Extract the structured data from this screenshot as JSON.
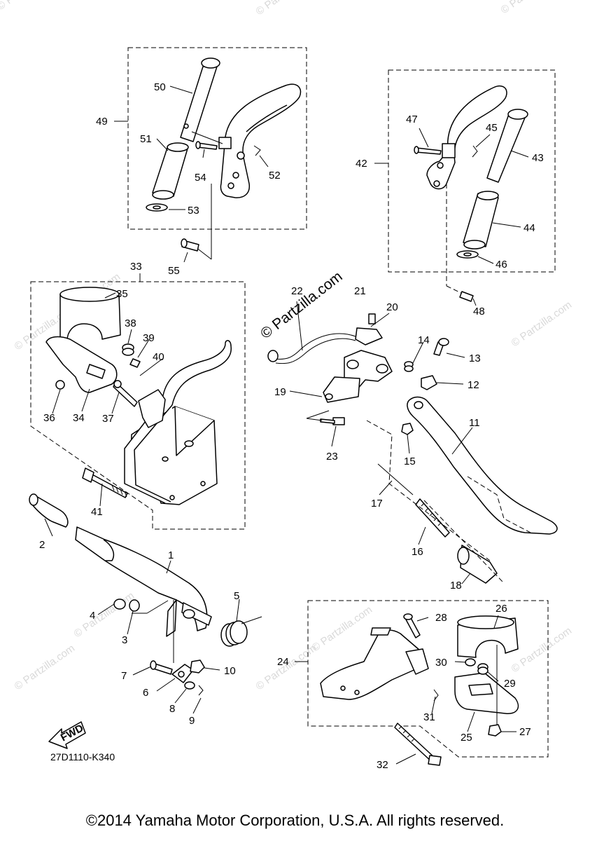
{
  "callouts": {
    "c1": "1",
    "c2": "2",
    "c3": "3",
    "c4": "4",
    "c5": "5",
    "c6": "6",
    "c7": "7",
    "c8": "8",
    "c9": "9",
    "c10": "10",
    "c11": "11",
    "c12": "12",
    "c13": "13",
    "c14": "14",
    "c15": "15",
    "c16": "16",
    "c17": "17",
    "c18": "18",
    "c19": "19",
    "c20": "20",
    "c21": "21",
    "c22": "22",
    "c23": "23",
    "c24": "24",
    "c25": "25",
    "c26": "26",
    "c27": "27",
    "c28": "28",
    "c29": "29",
    "c30": "30",
    "c31": "31",
    "c32": "32",
    "c33": "33",
    "c34": "34",
    "c35": "35",
    "c36": "36",
    "c37": "37",
    "c38": "38",
    "c39": "39",
    "c40": "40",
    "c41": "41",
    "c42": "42",
    "c43": "43",
    "c44": "44",
    "c45": "45",
    "c46": "46",
    "c47": "47",
    "c48": "48",
    "c49": "49",
    "c50": "50",
    "c51": "51",
    "c52": "52",
    "c53": "53",
    "c54": "54",
    "c55": "55"
  },
  "fwd_label": "FWD",
  "diagram_code": "27D1110-K340",
  "watermark": "© Partzilla.com",
  "copyright": "©2014 Yamaha Motor Corporation, U.S.A. All rights reserved."
}
